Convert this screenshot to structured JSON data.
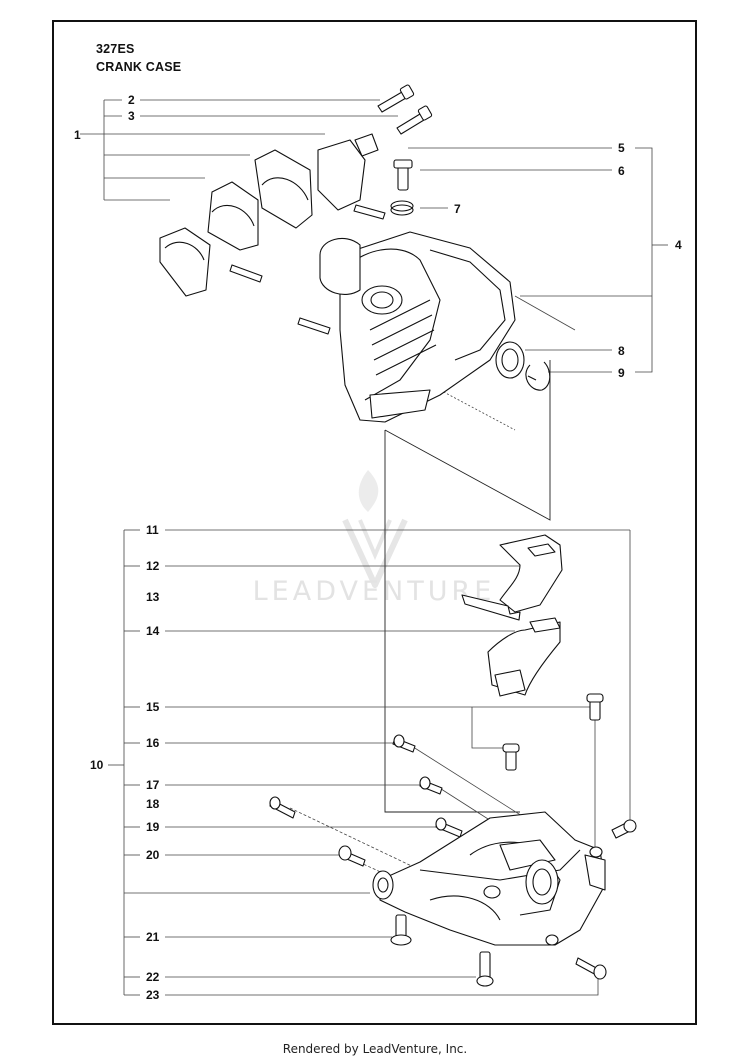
{
  "header": {
    "model": "327ES",
    "section": "CRANK CASE"
  },
  "callouts": [
    "1",
    "2",
    "3",
    "4",
    "5",
    "6",
    "7",
    "8",
    "9",
    "10",
    "11",
    "12",
    "13",
    "14",
    "15",
    "16",
    "17",
    "18",
    "19",
    "20",
    "21",
    "22",
    "23"
  ],
  "watermark": {
    "text": "LEADVENTURE"
  },
  "footer": {
    "text": "Rendered by LeadVenture, Inc."
  },
  "colors": {
    "line": "#111111",
    "leader": "#555555",
    "watermark": "#e8e8e8"
  }
}
